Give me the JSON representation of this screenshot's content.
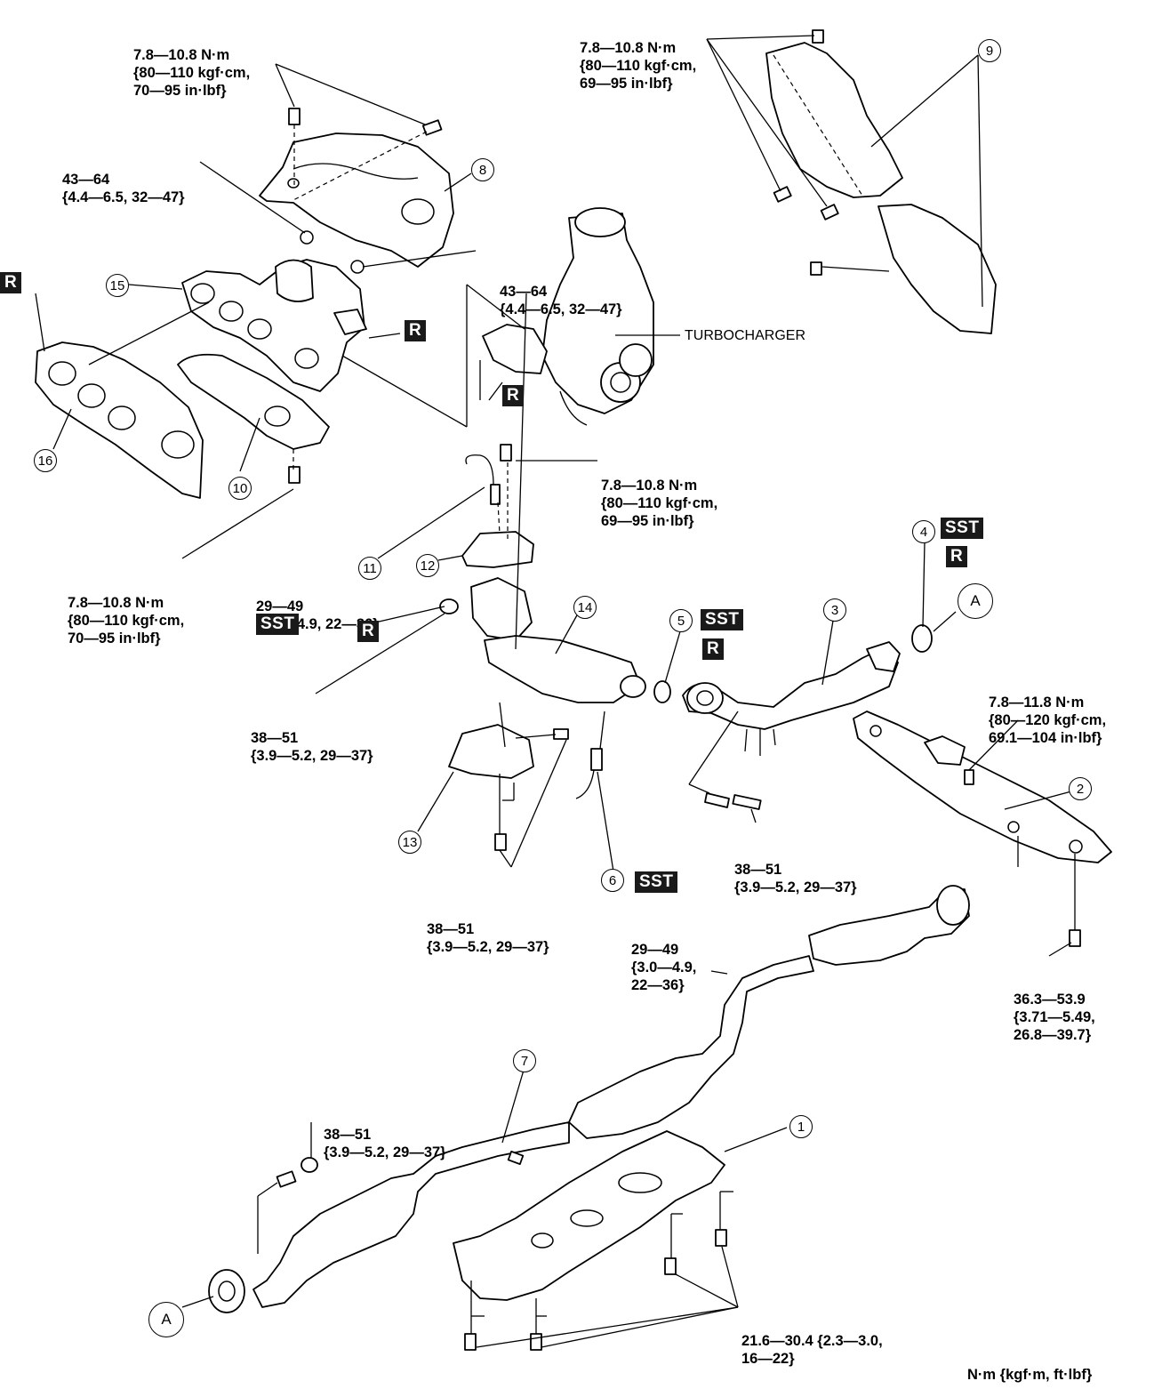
{
  "torques": {
    "t_top_left": [
      "7.8—10.8 N·m",
      "{80—110 kgf·cm,",
      "70—95 in·lbf}"
    ],
    "t_top_right": [
      "7.8—10.8 N·m",
      "{80—110 kgf·cm,",
      "69—95 in·lbf}"
    ],
    "t_43_left": [
      "43—64",
      "{4.4—6.5, 32—47}"
    ],
    "t_43_mid": [
      "43—64",
      "{4.4—6.5, 32—47}"
    ],
    "t_mid_right": [
      "7.8—10.8 N·m",
      "{80—110 kgf·cm,",
      "69—95 in·lbf}"
    ],
    "t_left_low": [
      "7.8—10.8 N·m",
      "{80—110 kgf·cm,",
      "70—95 in·lbf}"
    ],
    "t_29_left": [
      "29—49",
      "{3.0—4.9, 22—36}"
    ],
    "t_38_left": [
      "38—51",
      "{3.9—5.2, 29—37}"
    ],
    "t_member": [
      "7.8—11.8 N·m",
      "{80—120 kgf·cm,",
      "69.1—104 in·lbf}"
    ],
    "t_38_spring": [
      "38—51",
      "{3.9—5.2, 29—37}"
    ],
    "t_38_bottom": [
      "38—51",
      "{3.9—5.2, 29—37}"
    ],
    "t_29_right": [
      "29—49",
      "{3.0—4.9,",
      "22—36}"
    ],
    "t_36": [
      "36.3—53.9",
      "{3.71—5.49,",
      "26.8—39.7}"
    ],
    "t_38_low": [
      "38—51",
      "{3.9—5.2, 29—37}"
    ],
    "t_21": [
      "21.6—30.4 {2.3—3.0,",
      "16—22}"
    ]
  },
  "turbocharger_label": "TURBOCHARGER",
  "units_label": "N·m {kgf·m, ft·lbf}",
  "badges": {
    "r": "R",
    "sst": "SST"
  },
  "part_numbers": {
    "n1": "1",
    "n2": "2",
    "n3": "3",
    "n4": "4",
    "n5": "5",
    "n6": "6",
    "n7": "7",
    "n8": "8",
    "n9": "9",
    "n10": "10",
    "n11": "11",
    "n12": "12",
    "n13": "13",
    "n14": "14",
    "n15": "15",
    "n16": "16"
  },
  "connector_ref": "A"
}
